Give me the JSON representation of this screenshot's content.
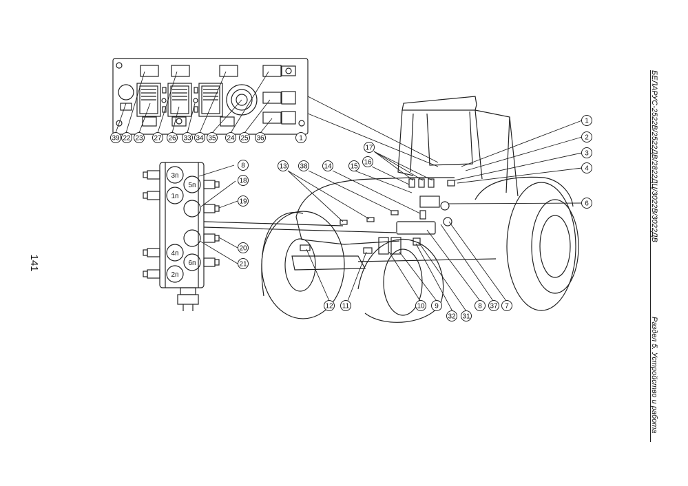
{
  "page": {
    "number": "141",
    "header_title": "БЕЛАРУС-2522В/2522ДВ/2822ДЦ/3022В/3022ДВ",
    "section_title": "Раздел 5. Устройство и работа"
  },
  "diagram": {
    "panel_callouts": [
      "39",
      "22",
      "23",
      "27",
      "26",
      "33",
      "34",
      "35",
      "24",
      "25",
      "36",
      "1"
    ],
    "block_ports_left": [
      "3п",
      "1п",
      "4п",
      "2п"
    ],
    "block_ports_right": [
      "5п",
      "6п"
    ],
    "block_callouts": [
      "8",
      "18",
      "19",
      "20",
      "21"
    ],
    "tractor_callouts_top": [
      "13",
      "38",
      "14",
      "15",
      "17",
      "16"
    ],
    "tractor_callouts_right": [
      "1",
      "2",
      "3",
      "4",
      "6"
    ],
    "tractor_callouts_bottom": [
      "12",
      "11",
      "10",
      "9",
      "32",
      "31",
      "8",
      "37",
      "7"
    ]
  }
}
